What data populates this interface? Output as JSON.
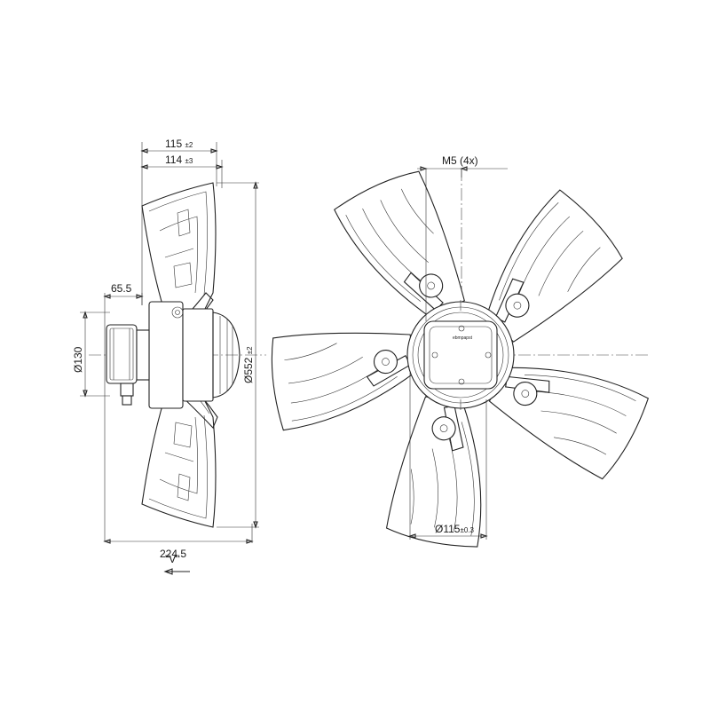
{
  "dimensions": {
    "d115_top": {
      "value": "115",
      "tol": "±2"
    },
    "d114": {
      "value": "114",
      "tol": "±3"
    },
    "d65_5": {
      "value": "65.5"
    },
    "d130": {
      "value": "Ø130"
    },
    "d552": {
      "value": "Ø552",
      "tol": "±2"
    },
    "d224_5": {
      "value": "224.5"
    },
    "view": {
      "value": "\"V\""
    },
    "m5": {
      "value": "M5 (4x)"
    },
    "d115_bottom": {
      "value": "Ø115",
      "tol": "±0.3"
    }
  },
  "logo_text": "ebmpapst",
  "colors": {
    "line": "#222222",
    "background": "#ffffff"
  }
}
